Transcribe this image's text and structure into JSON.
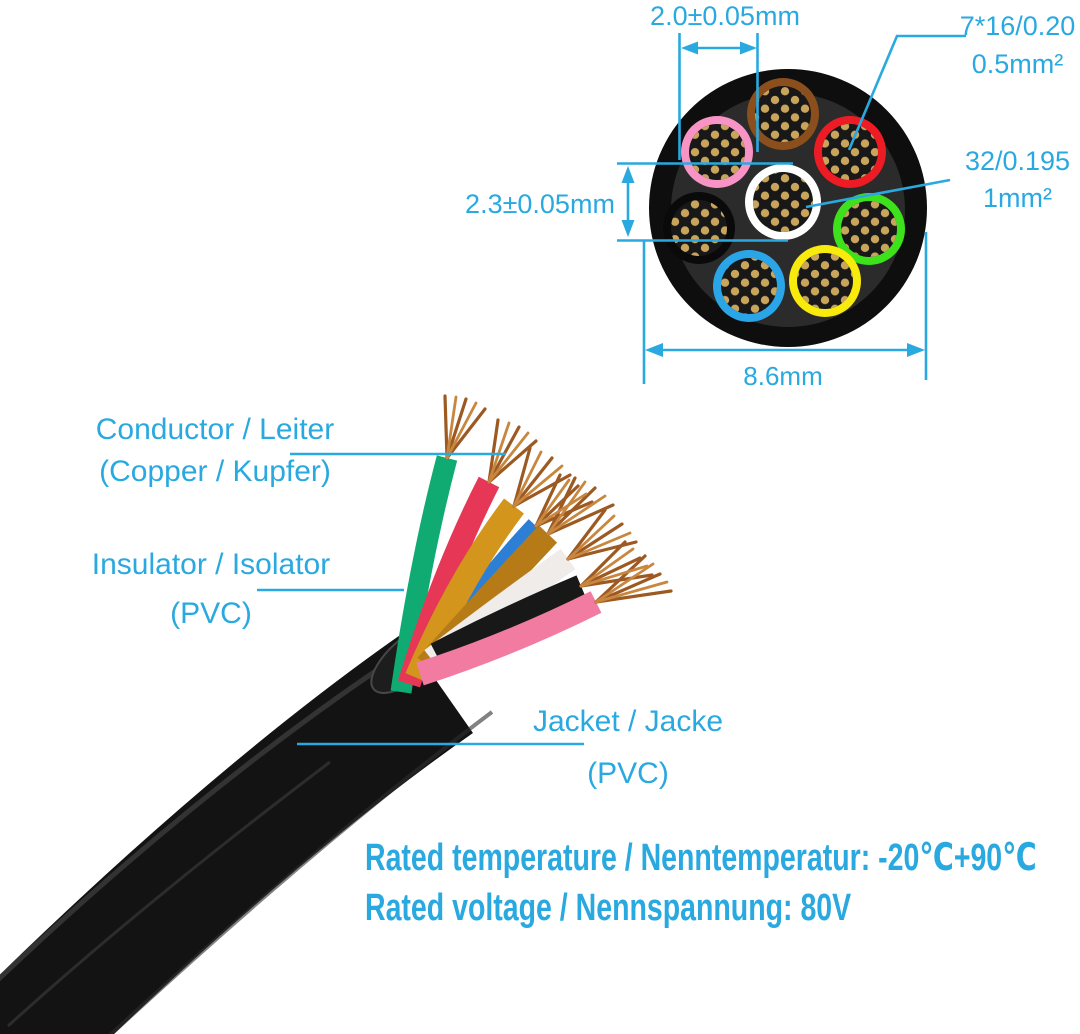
{
  "page": {
    "background": "#ffffff",
    "accent": "#29a9e0"
  },
  "cross_section_diagram": {
    "dimensions": {
      "small_conductor_diameter": "2.0±0.05mm",
      "large_conductor_diameter": "2.3±0.05mm",
      "overall_diameter": "8.6mm"
    },
    "specs": {
      "small_conductor": {
        "stranding": "7*16/0.20",
        "area": "0.5mm²"
      },
      "large_conductor": {
        "stranding": "32/0.195",
        "area": "1mm²"
      }
    },
    "jacket_color": "#0e0e0e",
    "filler_color": "#2b2b2b",
    "core_color": "#181818",
    "strand_color": "#c9a55c",
    "strand_edge_color": "#63471a",
    "conductors": [
      {
        "name": "brown",
        "color": "#8a4f1d"
      },
      {
        "name": "pink",
        "color": "#f793c5"
      },
      {
        "name": "red",
        "color": "#ed1c24"
      },
      {
        "name": "white",
        "color": "#ffffff"
      },
      {
        "name": "black",
        "color": "#0a0a0a"
      },
      {
        "name": "green",
        "color": "#3de21c"
      },
      {
        "name": "blue",
        "color": "#2aa6e8"
      },
      {
        "name": "yellow",
        "color": "#f8ea0d"
      }
    ]
  },
  "photo": {
    "jacket_color": "#131313",
    "jacket_highlight": "#454545",
    "jacket_mouth_color": "#1d1d1d",
    "copper_dark": "#9c5a22",
    "copper_light": "#c8873f",
    "wires": [
      {
        "name": "green",
        "color": "#10ab72"
      },
      {
        "name": "red",
        "color": "#e73757"
      },
      {
        "name": "yellow",
        "color": "#d3951c"
      },
      {
        "name": "blue",
        "color": "#2c7fd4"
      },
      {
        "name": "brown",
        "color": "#b67b17"
      },
      {
        "name": "white",
        "color": "#efecea"
      },
      {
        "name": "black",
        "color": "#181818"
      },
      {
        "name": "pink",
        "color": "#f27ba2"
      }
    ]
  },
  "callouts": {
    "conductor": {
      "line1": "Conductor / Leiter",
      "line2": "(Copper / Kupfer)"
    },
    "insulator": {
      "line1": "Insulator / Isolator",
      "line2": "(PVC)"
    },
    "jacket": {
      "line1": "Jacket / Jacke",
      "line2": "(PVC)"
    }
  },
  "ratings": {
    "temperature": "Rated temperature / Nenntemperatur: -20℃+90℃",
    "voltage": "Rated voltage / Nennspannung: 80V"
  }
}
